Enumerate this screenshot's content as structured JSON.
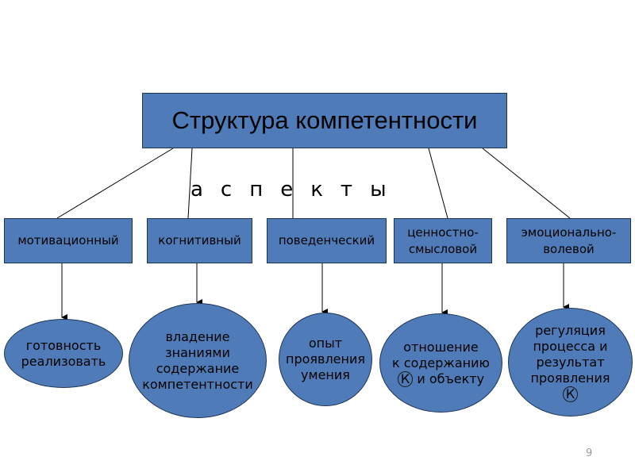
{
  "title": "Структура компетентности",
  "aspects_label": "аспекты",
  "categories": [
    {
      "lines": [
        "мотивационный"
      ]
    },
    {
      "lines": [
        "когнитивный"
      ]
    },
    {
      "lines": [
        "поведенческий"
      ]
    },
    {
      "lines": [
        "ценностно-",
        "смысловой"
      ]
    },
    {
      "lines": [
        "эмоционально-",
        "волевой"
      ]
    }
  ],
  "outcomes": [
    {
      "lines": [
        "готовность",
        "реализовать"
      ],
      "circled": ""
    },
    {
      "lines": [
        "владение",
        "знаниями",
        "содержание",
        "компетентности"
      ],
      "circled": ""
    },
    {
      "lines": [
        "опыт",
        "проявления",
        "умения"
      ],
      "circled": ""
    },
    {
      "lines": [
        "отношение",
        "к содержанию",
        "и объекту"
      ],
      "circled": "К"
    },
    {
      "lines": [
        "регуляция",
        "процесса и",
        "результат",
        "проявления"
      ],
      "circled": "К"
    }
  ],
  "page_number": "9",
  "colors": {
    "box_fill": "#4f7cb8",
    "box_border": "#1f3556",
    "line": "#000000"
  }
}
